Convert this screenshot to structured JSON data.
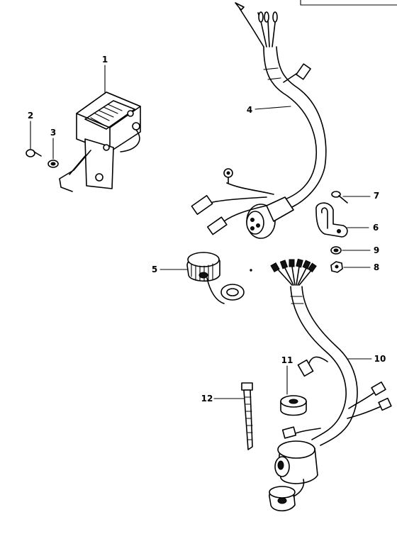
{
  "diagram": {
    "labels": {
      "p1": "1",
      "p2": "2",
      "p3": "3",
      "p4": "4",
      "p5": "5",
      "p6": "6",
      "p7": "7",
      "p8": "8",
      "p9": "9",
      "p10": "10",
      "p11": "11",
      "p12": "12"
    }
  }
}
